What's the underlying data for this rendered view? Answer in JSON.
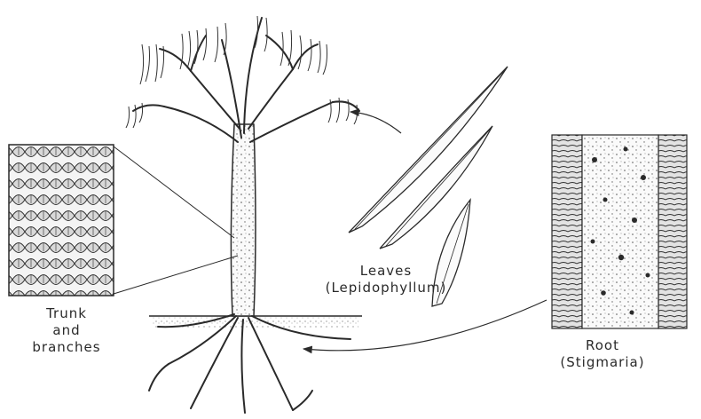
{
  "labels": {
    "trunk": {
      "line1": "Trunk",
      "line2": "and",
      "line3": "branches"
    },
    "leaves": {
      "line1": "Leaves",
      "line2": "(Lepidophyllum)"
    },
    "root": {
      "line1": "Root",
      "line2": "(Stigmaria)"
    }
  },
  "colors": {
    "ink": "#2a2a2a",
    "background": "#ffffff"
  }
}
